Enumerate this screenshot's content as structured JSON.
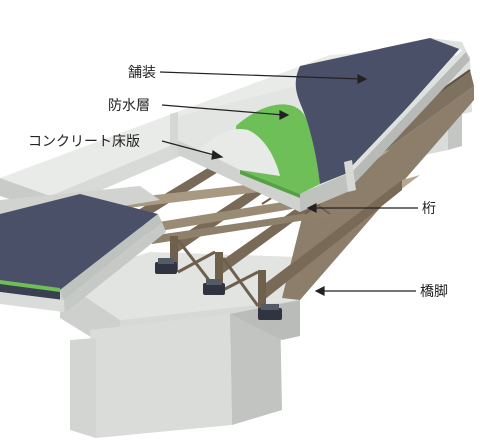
{
  "labels": {
    "pavement": "舗装",
    "waterproof_layer": "防水層",
    "concrete_deck": "コンクリート床版",
    "girder": "桁",
    "pier": "橋脚"
  },
  "colors": {
    "pavement": "#4a5068",
    "waterproof": "#6fbf59",
    "concrete_light": "#e4e6e3",
    "concrete_mid": "#cfd2cf",
    "concrete_dark": "#b3b7b4",
    "girder_top": "#a89a82",
    "girder_side": "#7a6c58",
    "bearing": "#2f3440",
    "leader": "#222222"
  }
}
